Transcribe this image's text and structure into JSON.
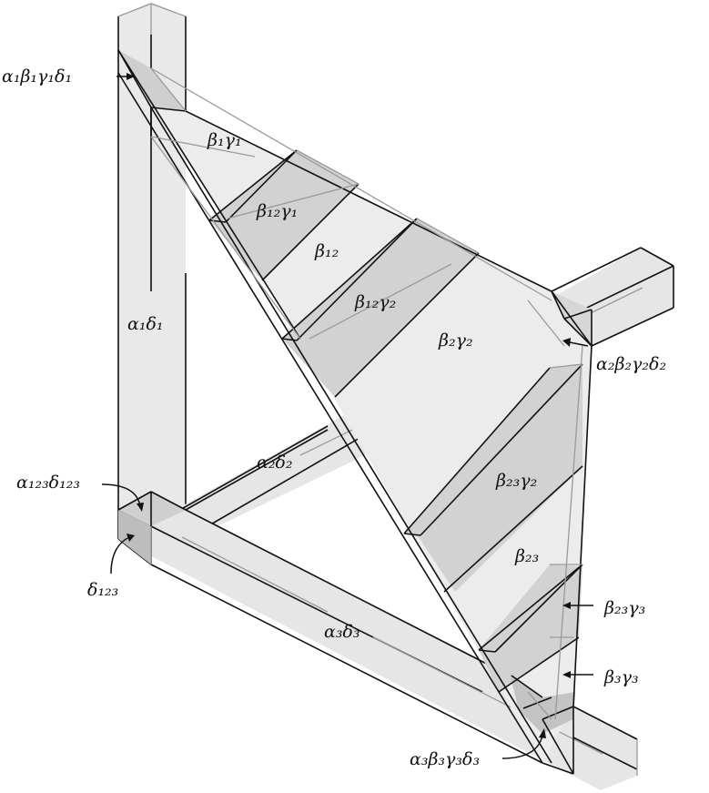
{
  "diagram": {
    "colors": {
      "light": "#e9e9e9",
      "mid": "#d2d2d2",
      "dark": "#bdbdbd",
      "edge": "#111111",
      "hidden": "#9a9a9a"
    },
    "labels": {
      "alpha1_beta1_gamma1_delta1": "α₁β₁γ₁δ₁",
      "beta1_gamma1": "β₁γ₁",
      "beta12_gamma1": "β₁₂γ₁",
      "beta12": "β₁₂",
      "beta12_gamma2": "β₁₂γ₂",
      "alpha1_delta1": "α₁δ₁",
      "beta2_gamma2": "β₂γ₂",
      "alpha2_beta2_gamma2_delta2": "α₂β₂γ₂δ₂",
      "alpha2_delta2": "α₂δ₂",
      "alpha123_delta123": "α₁₂₃δ₁₂₃",
      "beta23_gamma2": "β₂₃γ₂",
      "beta23": "β₂₃",
      "delta123": "δ₁₂₃",
      "beta23_gamma3": "β₂₃γ₃",
      "alpha3_delta3": "α₃δ₃",
      "beta3_gamma3": "β₃γ₃",
      "alpha3_beta3_gamma3_delta3": "α₃β₃γ₃δ₃"
    }
  }
}
